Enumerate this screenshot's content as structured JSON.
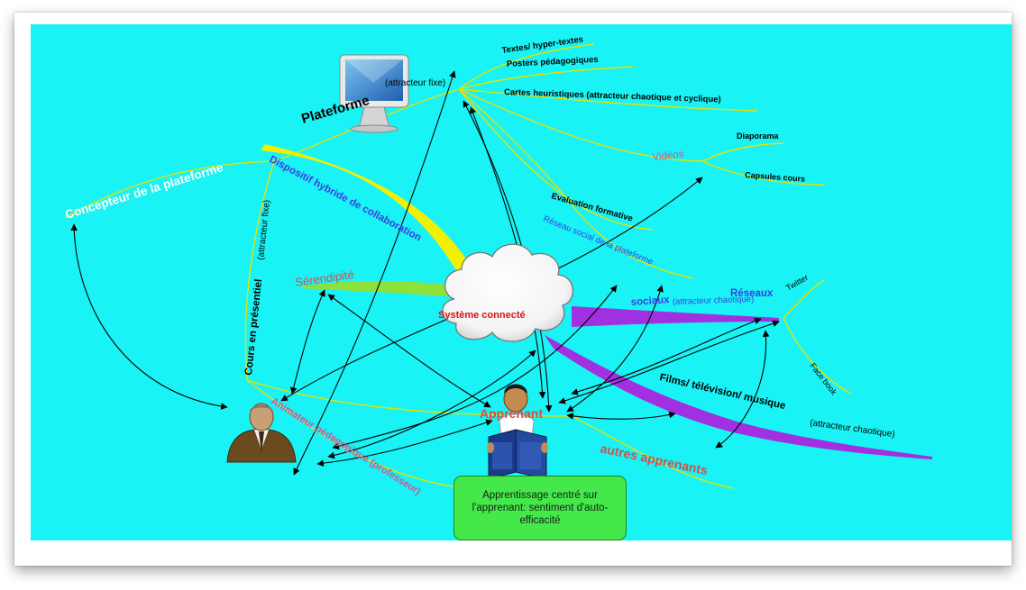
{
  "title": "",
  "center": {
    "label": "Système connecté"
  },
  "plateforme": {
    "label": "Plateforme",
    "sub": "(attracteur fixe)",
    "items": [
      "Textes/ hyper-textes",
      "Posters pédagogiques",
      "Cartes heuristiques  (attracteur chaotique et cyclique)"
    ]
  },
  "concepteur": {
    "label": "Concepteur de la plateforme"
  },
  "dispositif": {
    "label": "Dispositif hybride de collaboration"
  },
  "videos": {
    "label": "Vidéos",
    "items": [
      "Diaporama",
      "Capsules  cours"
    ]
  },
  "evaluation": {
    "label": "Evaluation formative"
  },
  "reseau_social": {
    "label": "Réseau social de la plateforme"
  },
  "serendipite": {
    "label": "Sérendipité"
  },
  "reseaux": {
    "label": "Réseaux",
    "sociaux": "sociaux",
    "sub": "(attracteur chaotique)",
    "items": [
      "Twitter",
      "Face book"
    ]
  },
  "films": {
    "label": "Films/ télévision/ musique",
    "sub": "(attracteur chaotique)"
  },
  "cours": {
    "label": "Cours en présentiel",
    "sub": "(attracteur fixe)"
  },
  "animateur": {
    "label": "Animateur pédagogique (professeur)"
  },
  "apprenant": {
    "label": "Apprenant"
  },
  "autres": {
    "label": "autres apprenants"
  },
  "note": {
    "line1": "Apprentissage centré sur",
    "line2": "l'apprenant: sentiment d'auto-",
    "line3": "efficacité"
  },
  "colors": {
    "background": "#19f3f5",
    "branch": "#e8e400",
    "center_text": "#d8141c",
    "label_blue": "#3b3fe0",
    "label_red": "#d0514a",
    "label_pink": "#c75a9a",
    "purple": "#a030e0",
    "yellow_branch": "#f2f000",
    "green_branch": "#7fd930"
  },
  "icons": [
    "computer-monitor-icon",
    "cloud-icon",
    "teacher-avatar-icon",
    "student-reading-icon"
  ]
}
